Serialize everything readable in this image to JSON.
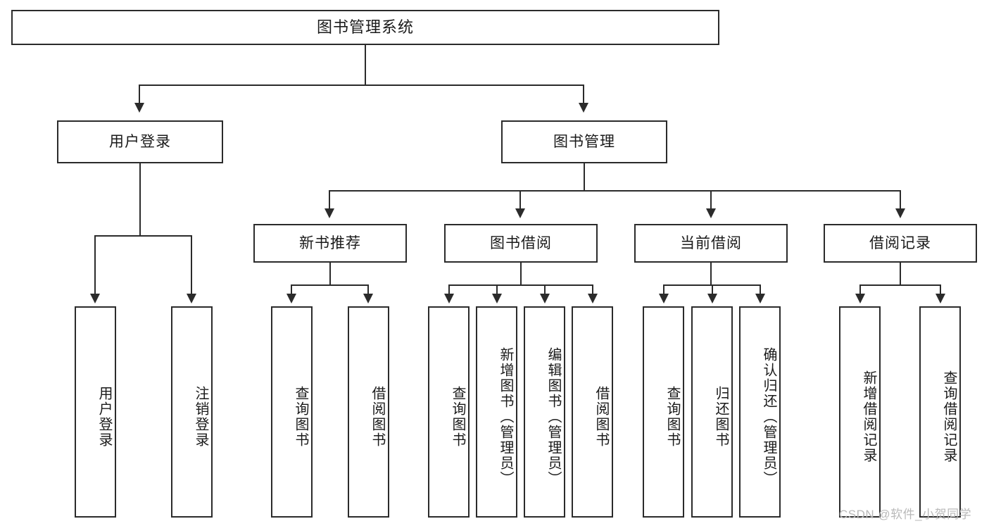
{
  "diagram": {
    "title": "图书管理系统",
    "type": "hierarchy-tree",
    "root": {
      "id": "root",
      "label": "图书管理系统"
    },
    "level2": [
      {
        "id": "user-login",
        "label": "用户登录"
      },
      {
        "id": "book-manage",
        "label": "图书管理"
      }
    ],
    "level3": [
      {
        "id": "new-book-recommend",
        "label": "新书推荐",
        "parent": "book-manage"
      },
      {
        "id": "book-borrow",
        "label": "图书借阅",
        "parent": "book-manage"
      },
      {
        "id": "current-borrow",
        "label": "当前借阅",
        "parent": "book-manage"
      },
      {
        "id": "borrow-record",
        "label": "借阅记录",
        "parent": "book-manage"
      }
    ],
    "leaves": {
      "user_login": [
        {
          "id": "leaf-user-login",
          "label": "用户登录"
        },
        {
          "id": "leaf-logout",
          "label": "注销登录"
        }
      ],
      "new_book_recommend": [
        {
          "id": "leaf-query-book-1",
          "label": "查询图书"
        },
        {
          "id": "leaf-borrow-book-1",
          "label": "借阅图书"
        }
      ],
      "book_borrow": [
        {
          "id": "leaf-query-book-2",
          "label": "查询图书"
        },
        {
          "id": "leaf-add-book",
          "label": "新增图书（管理员）"
        },
        {
          "id": "leaf-edit-book",
          "label": "编辑图书（管理员）"
        },
        {
          "id": "leaf-borrow-book-2",
          "label": "借阅图书"
        }
      ],
      "current_borrow": [
        {
          "id": "leaf-query-book-3",
          "label": "查询图书"
        },
        {
          "id": "leaf-return-book",
          "label": "归还图书"
        },
        {
          "id": "leaf-confirm-return",
          "label": "确认归还（管理员）"
        }
      ],
      "borrow_record": [
        {
          "id": "leaf-add-record",
          "label": "新增借阅记录"
        },
        {
          "id": "leaf-query-record",
          "label": "查询借阅记录"
        }
      ]
    }
  },
  "watermark": {
    "text": "CSDN @软件_小贺同学"
  },
  "colors": {
    "stroke": "#2b2b2b",
    "background": "#ffffff",
    "text": "#1a1a1a",
    "watermark": "#b9b9b9"
  }
}
